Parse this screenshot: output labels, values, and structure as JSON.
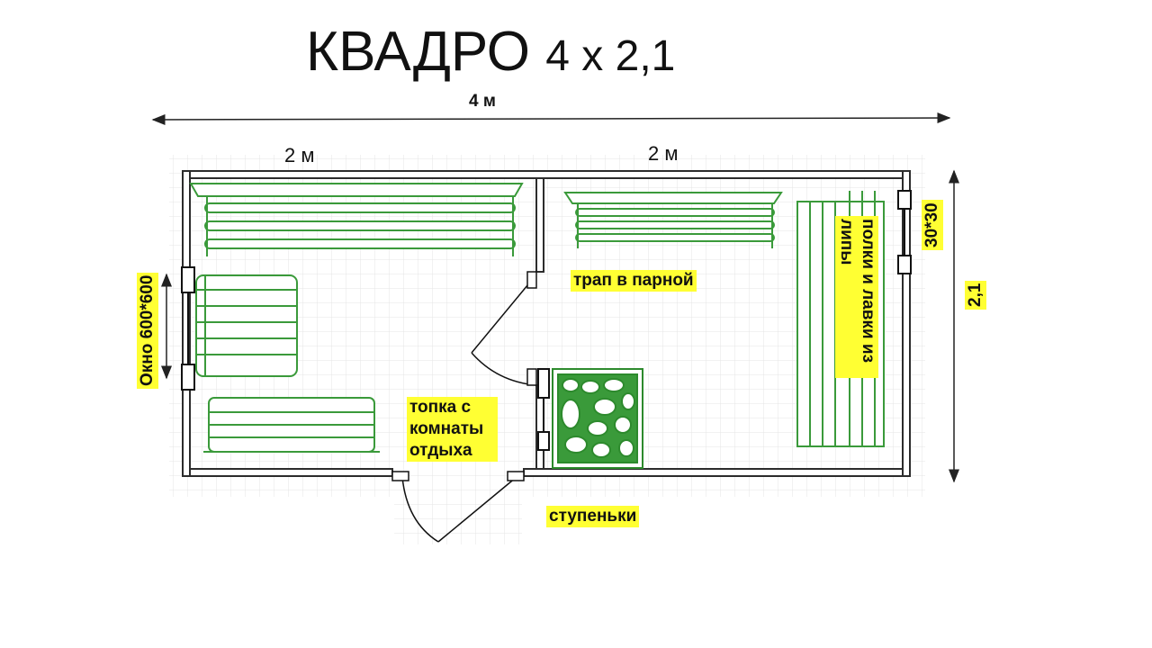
{
  "title": {
    "main": "КВАДРО",
    "dims": "4 x 2,1"
  },
  "dimensions": {
    "total_width": "4 м",
    "left_room_width": "2 м",
    "right_room_width": "2 м",
    "depth": "2,1"
  },
  "labels": {
    "window": "Окно 600*600",
    "vent": "30*30",
    "shelves": "полки и лавки из липы",
    "drain": "трап в парной",
    "firebox": "топка с комнаты отдыха",
    "steps": "ступеньки"
  },
  "colors": {
    "highlight": "#ffff33",
    "furniture": "#3a9a3a",
    "wall": "#2c2c2c",
    "grid": "#e4e4e4"
  },
  "icons": [
    "door-swing-icon",
    "stove-icon",
    "window-icon"
  ]
}
